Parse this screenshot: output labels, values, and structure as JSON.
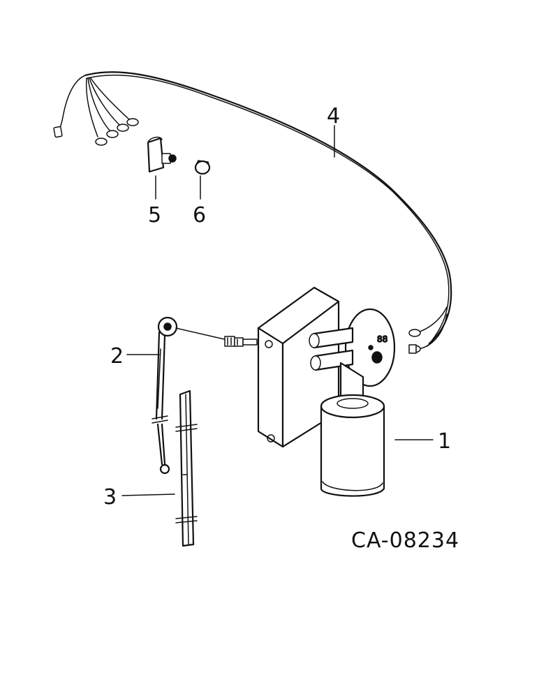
{
  "diagram": {
    "drawing_code": "CA-08234",
    "callouts": [
      {
        "id": "1",
        "label": "1"
      },
      {
        "id": "2",
        "label": "2"
      },
      {
        "id": "3",
        "label": "3"
      },
      {
        "id": "4",
        "label": "4"
      },
      {
        "id": "5",
        "label": "5"
      },
      {
        "id": "6",
        "label": "6"
      }
    ],
    "colors": {
      "ink": "#111111",
      "paper": "#ffffff"
    }
  }
}
